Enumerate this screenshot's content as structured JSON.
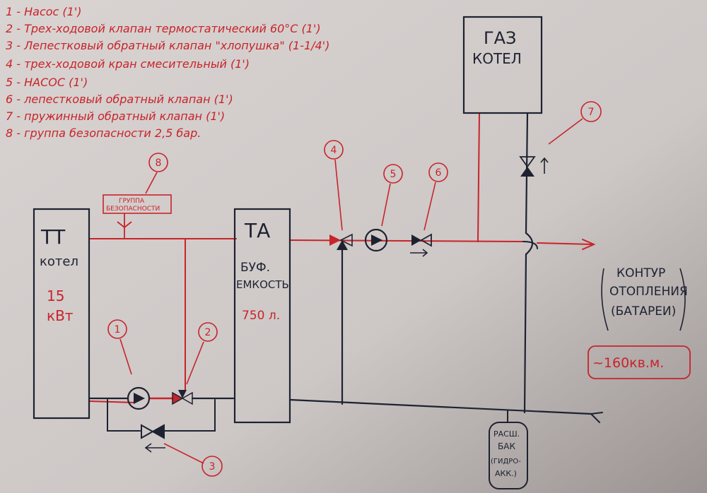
{
  "legend": [
    "1 - Насос (1')",
    "2 - Трех-ходовой клапан термостатический 60°С (1')",
    "3 - Лепестковый обратный клапан \"хлопушка\" (1-1/4')",
    "4 - трех-ходовой кран смесительный (1')",
    "5 - НАСОС (1')",
    "6 - лепестковый обратный клапан (1')",
    "7 - пружинный обратный клапан (1')",
    "8 - группа безопасности 2,5 бар."
  ],
  "tt_boiler": {
    "title": "ТТ",
    "subtitle": "котел",
    "power_value": "15",
    "power_unit": "кВт"
  },
  "ta_tank": {
    "title": "ТА",
    "line1": "БУФ.",
    "line2": "ЕМКОСТЬ",
    "volume": "750 л."
  },
  "gas_boiler": {
    "title": "ГАЗ",
    "subtitle": "КОТЕЛ"
  },
  "safety_group": {
    "line1": "ГРУППА",
    "line2": "БЕЗОПАСНОСТИ"
  },
  "heating_circuit": {
    "line1": "КОНТУР",
    "line2": "ОТОПЛЕНИЯ",
    "line3": "(БАТАРЕИ)",
    "area": "~160кв.м."
  },
  "expansion_tank": {
    "line1": "РАСШ.",
    "line2": "БАК",
    "line3": "(ГИДРО-",
    "line4": "АКК.)"
  },
  "markers": [
    "1",
    "2",
    "3",
    "4",
    "5",
    "6",
    "7",
    "8"
  ],
  "colors": {
    "ink_red": "#c8242a",
    "ink_dark": "#1e2230",
    "paper": "#cfc9c7"
  }
}
